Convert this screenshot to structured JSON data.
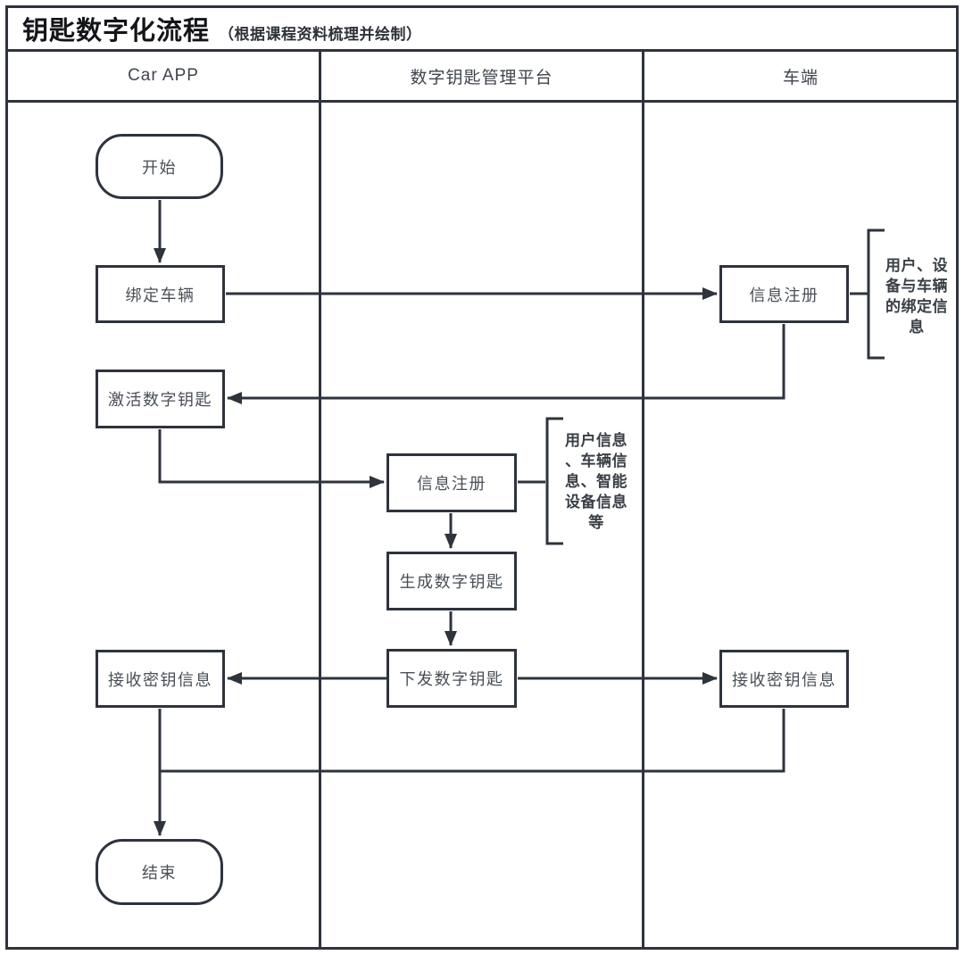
{
  "title": {
    "text": "钥匙数字化流程",
    "subtitle": "（根据课程资料梳理并绘制）"
  },
  "lanes": [
    {
      "label": "Car APP"
    },
    {
      "label": "数字钥匙管理平台"
    },
    {
      "label": "车端"
    }
  ],
  "nodes": {
    "start": "开始",
    "bind_vehicle": "绑定车辆",
    "register_vehicle": "信息注册",
    "activate_key": "激活数字钥匙",
    "register_platform": "信息注册",
    "generate_key": "生成数字钥匙",
    "issue_key": "下发数字钥匙",
    "receive_app": "接收密钥信息",
    "receive_vehicle": "接收密钥信息",
    "end": "结束"
  },
  "annotations": {
    "vehicle_binding": "用户、设\n备与车辆\n的绑定信\n息",
    "platform_info": "用户信息\n、车辆信\n息、智能\n设备信息\n等"
  },
  "colors": {
    "line": "#2e333c",
    "box_text": "#4a4f57",
    "header_text": "#3f444c",
    "title_text": "#141519",
    "note_text": "#3a3f46"
  }
}
